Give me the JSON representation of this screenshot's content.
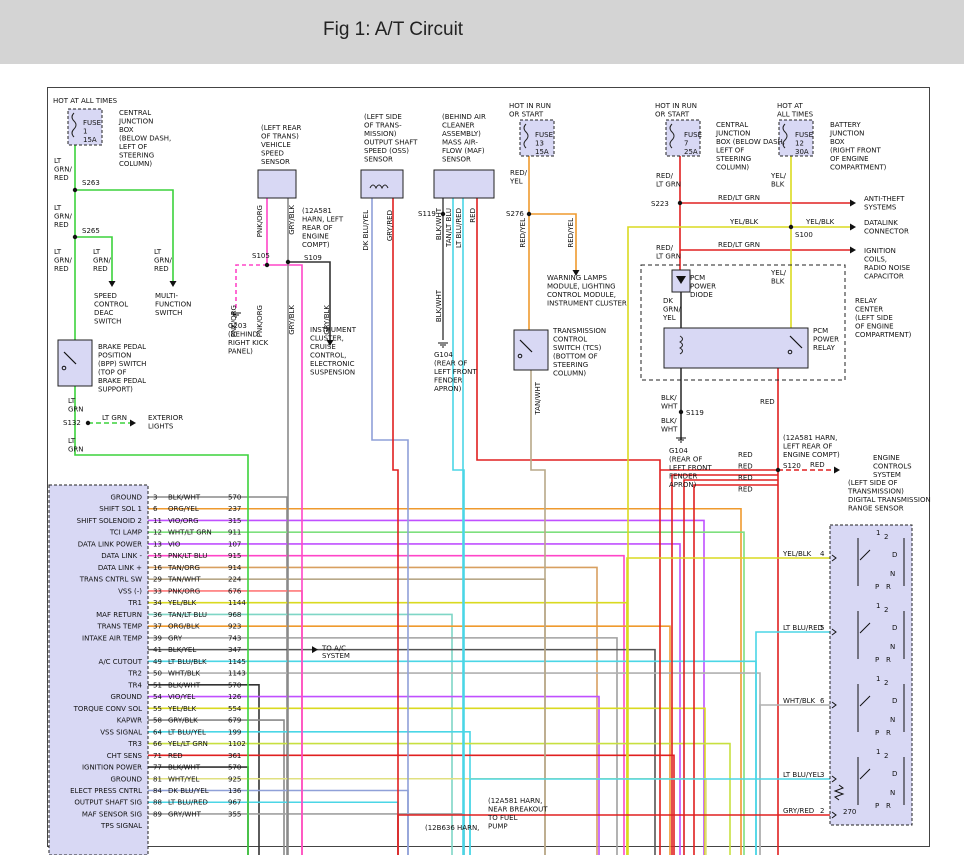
{
  "title": "Fig 1: A/T Circuit",
  "colors": {
    "green": "#3cd23c",
    "orange": "#ef9a2e",
    "violet": "#c050ff",
    "pink": "#ff46c8",
    "lightblue": "#4bd6e6",
    "yellow": "#dada20",
    "red": "#e02020",
    "tan": "#b8a888",
    "gray": "#8a8a8a",
    "black": "#333333"
  },
  "labels": {
    "hot_all_left": "HOT AT ALL TIMES",
    "fuse1": [
      "FUSE",
      "1",
      "15A"
    ],
    "cjb_left": [
      "CENTRAL",
      "JUNCTION",
      "BOX",
      "(BELOW DASH,",
      "LEFT OF",
      "STEERING",
      "COLUMN)"
    ],
    "ltgrnred": [
      "LT",
      "GRN/",
      "RED"
    ],
    "s263": "S263",
    "s265": "S265",
    "speed_deac": [
      "SPEED",
      "CONTROL",
      "DEAC",
      "SWITCH"
    ],
    "multi_func": [
      "MULTI-",
      "FUNCTION",
      "SWITCH"
    ],
    "bpp": [
      "BRAKE PEDAL",
      "POSITION",
      "(BPP) SWITCH",
      "(TOP OF",
      "BRAKE PEDAL",
      "SUPPORT)"
    ],
    "ltgrn": [
      "LT",
      "GRN"
    ],
    "s132": "S132",
    "ltgrn_inline": "LT GRN",
    "exterior": [
      "EXTERIOR",
      "LIGHTS"
    ],
    "vss_sensor": [
      "(LEFT REAR",
      "OF TRANS)",
      "VEHICLE",
      "SPEED",
      "SENSOR"
    ],
    "harn_12a581_left": [
      "(12A581",
      "HARN, LEFT",
      "REAR OF",
      "ENGINE",
      "COMPT)"
    ],
    "pnkorg": "PNK/ORG",
    "grybk": "GRY/BLK",
    "s105": "S105",
    "s109": "S109",
    "g203": [
      "G203",
      "(BEHIND",
      "RIGHT KICK",
      "PANEL)"
    ],
    "instrument": [
      "INSTRUMENT",
      "CLUSTER,",
      "CRUISE",
      "CONTROL,",
      "ELECTRONIC",
      "SUSPENSION"
    ],
    "oss_sensor": [
      "(LEFT SIDE",
      "OF TRANS-",
      "MISSION)",
      "OUTPUT SHAFT",
      "SPEED (OSS)",
      "SENSOR"
    ],
    "dkbluyel": "DK BLU/YEL",
    "gryred": "GRY/RED",
    "maf_sensor": [
      "(BEHIND AIR",
      "CLEANER",
      "ASSEMBLY)",
      "MASS AIR-",
      "FLOW (MAF)",
      "SENSOR"
    ],
    "s119": "S119",
    "blkwht": "BLK/WHT",
    "tanltblu": "TAN/LT BLU",
    "ltblured": "LT BLU/RED",
    "red": "RED",
    "g104_left": [
      "G104",
      "(REAR OF",
      "LEFT FRONT",
      "FENDER",
      "APRON)"
    ],
    "hot_run_start1": [
      "HOT IN RUN",
      "OR START"
    ],
    "fuse13": [
      "FUSE",
      "13",
      "15A"
    ],
    "redyel": [
      "RED/",
      "YEL"
    ],
    "s276": "S276",
    "redyel_v": "RED/YEL",
    "warning": [
      "WARNING LAMPS",
      "MODULE, LIGHTING",
      "CONTROL MODULE,",
      "INSTRUMENT CLUSTER"
    ],
    "tcs": [
      "TRANSMISSION",
      "CONTROL",
      "SWITCH (TCS)",
      "(BOTTOM OF",
      "STEERING",
      "COLUMN)"
    ],
    "tanwht": "TAN/WHT",
    "hot_run_start2": [
      "HOT IN RUN",
      "OR START"
    ],
    "fuse7": [
      "FUSE",
      "7",
      "25A"
    ],
    "cjb_mid": [
      "CENTRAL",
      "JUNCTION",
      "BOX (BELOW DASH,",
      "LEFT OF",
      "STEERING",
      "COLUMN)"
    ],
    "redltgrn": [
      "RED/",
      "LT GRN"
    ],
    "s223": "S223",
    "redltgrn_inline": "RED/LT GRN",
    "antitheft": [
      "ANTI-THEFT",
      "SYSTEMS"
    ],
    "yelblk_inline": "YEL/BLK",
    "datalink": [
      "DATALINK",
      "CONNECTOR"
    ],
    "s100": "S100",
    "ignition": [
      "IGNITION",
      "COILS,",
      "RADIO NOISE",
      "CAPACITOR"
    ],
    "pcm_diode": [
      "PCM",
      "POWER",
      "DIODE"
    ],
    "dkgrnyel": [
      "DK",
      "GRN/",
      "YEL"
    ],
    "yelblk_v": [
      "YEL/",
      "BLK"
    ],
    "relay_center": [
      "RELAY",
      "CENTER",
      "(LEFT SIDE",
      "OF ENGINE",
      "COMPARTMENT)"
    ],
    "pcm_relay": [
      "PCM",
      "POWER",
      "RELAY"
    ],
    "hot_all_right": [
      "HOT AT",
      "ALL TIMES"
    ],
    "fuse12": [
      "FUSE",
      "12",
      "30A"
    ],
    "bjb": [
      "BATTERY",
      "JUNCTION",
      "BOX",
      "(RIGHT FRONT",
      "OF ENGINE",
      "COMPARTMENT)"
    ],
    "blkwht_v2": [
      "BLK/",
      "WHT"
    ],
    "s119b": "S119",
    "g104_right": [
      "G104",
      "(REAR OF",
      "LEFT FRONT",
      "FENDER",
      "APRON)"
    ],
    "red_label": "RED",
    "s120": "S120",
    "harn_12a581_right": [
      "(12A581 HARN,",
      "LEFT REAR OF",
      "ENGINE COMPT)"
    ],
    "engine_ctrl": [
      "ENGINE",
      "CONTROLS",
      "SYSTEM"
    ],
    "red_list": [
      "RED",
      "RED",
      "RED",
      "RED"
    ],
    "dtr_sensor": [
      "(LEFT SIDE OF",
      "TRANSMISSION)",
      "DIGITAL TRANSMISSION",
      "RANGE SENSOR"
    ],
    "to_ac": [
      "TO A/C",
      "SYSTEM"
    ],
    "harn_near_breakout": [
      "(12A581 HARN,",
      "NEAR BREAKOUT",
      "TO FUEL",
      "PUMP"
    ],
    "harn_12b636": "(12B636 HARN,",
    "dtr_pins": [
      {
        "wire": "YEL/BLK",
        "pin": "4"
      },
      {
        "wire": "LT BLU/RED",
        "pin": "5"
      },
      {
        "wire": "WHT/BLK",
        "pin": "6"
      },
      {
        "wire": "LT BLU/YEL",
        "pin": "3"
      },
      {
        "wire": "GRY/RED",
        "pin": "2"
      }
    ],
    "dtr_letters": [
      "1",
      "2",
      "D",
      "N",
      "P",
      "R"
    ],
    "res270": "270"
  },
  "pcm_rows": [
    {
      "name": "GROUND",
      "pin": "3",
      "wire": "BLK/WHT",
      "ckt": "570",
      "color": "#8a8a8a"
    },
    {
      "name": "SHIFT SOL 1",
      "pin": "6",
      "wire": "ORG/YEL",
      "ckt": "237",
      "color": "#ef9a2e"
    },
    {
      "name": "SHIFT SOLENOID 2",
      "pin": "11",
      "wire": "VIO/ORG",
      "ckt": "315",
      "color": "#c050ff"
    },
    {
      "name": "TCI LAMP",
      "pin": "12",
      "wire": "WHT/LT GRN",
      "ckt": "911",
      "color": "#7ee07e"
    },
    {
      "name": "DATA LINK POWER",
      "pin": "13",
      "wire": "VIO",
      "ckt": "107",
      "color": "#c050ff"
    },
    {
      "name": "DATA LINK -",
      "pin": "15",
      "wire": "PNK/LT BLU",
      "ckt": "915",
      "color": "#ff46c8"
    },
    {
      "name": "DATA LINK +",
      "pin": "16",
      "wire": "TAN/ORG",
      "ckt": "914",
      "color": "#d8a060"
    },
    {
      "name": "TRANS CNTRL SW",
      "pin": "29",
      "wire": "TAN/WHT",
      "ckt": "224",
      "color": "#b8a888"
    },
    {
      "name": "VSS (-)",
      "pin": "33",
      "wire": "PNK/ORG",
      "ckt": "676",
      "color": "#ff7a7a"
    },
    {
      "name": "TR1",
      "pin": "34",
      "wire": "YEL/BLK",
      "ckt": "1144",
      "color": "#dada20"
    },
    {
      "name": "MAF RETURN",
      "pin": "36",
      "wire": "TAN/LT BLU",
      "ckt": "968",
      "color": "#7fd6c6"
    },
    {
      "name": "TRANS TEMP",
      "pin": "37",
      "wire": "ORG/BLK",
      "ckt": "923",
      "color": "#ef9a2e"
    },
    {
      "name": "INTAKE AIR TEMP",
      "pin": "39",
      "wire": "GRY",
      "ckt": "743",
      "color": "#a0a0a0"
    },
    {
      "name": "",
      "pin": "41",
      "wire": "BLK/YEL",
      "ckt": "347",
      "color": "#555555"
    },
    {
      "name": "A/C CUTOUT",
      "pin": "49",
      "wire": "LT BLU/BLK",
      "ckt": "1145",
      "color": "#4bd6e6"
    },
    {
      "name": "TR2",
      "pin": "50",
      "wire": "WHT/BLK",
      "ckt": "1143",
      "color": "#b0b0b0"
    },
    {
      "name": "TR4",
      "pin": "51",
      "wire": "BLK/WHT",
      "ckt": "570",
      "color": "#333333"
    },
    {
      "name": "GROUND",
      "pin": "54",
      "wire": "VIO/YEL",
      "ckt": "126",
      "color": "#c050ff"
    },
    {
      "name": "TORQUE CONV SOL",
      "pin": "55",
      "wire": "YEL/BLK",
      "ckt": "554",
      "color": "#dada20"
    },
    {
      "name": "KAPWR",
      "pin": "58",
      "wire": "GRY/BLK",
      "ckt": "679",
      "color": "#8a8a8a"
    },
    {
      "name": "VSS SIGNAL",
      "pin": "64",
      "wire": "LT BLU/YEL",
      "ckt": "199",
      "color": "#4bd6e6"
    },
    {
      "name": "TR3",
      "pin": "66",
      "wire": "YEL/LT GRN",
      "ckt": "1102",
      "color": "#c8e040"
    },
    {
      "name": "CHT SENS",
      "pin": "71",
      "wire": "RED",
      "ckt": "361",
      "color": "#e02020"
    },
    {
      "name": "IGNITION POWER",
      "pin": "77",
      "wire": "BLK/WHT",
      "ckt": "570",
      "color": "#333333"
    },
    {
      "name": "GROUND",
      "pin": "81",
      "wire": "WHT/YEL",
      "ckt": "925",
      "color": "#e0e080"
    },
    {
      "name": "ELECT PRESS CNTRL",
      "pin": "84",
      "wire": "DK BLU/YEL",
      "ckt": "136",
      "color": "#8fa0d8"
    },
    {
      "name": "OUTPUT SHAFT SIG",
      "pin": "88",
      "wire": "LT BLU/RED",
      "ckt": "967",
      "color": "#4bd6e6"
    },
    {
      "name": "MAF SENSOR SIG",
      "pin": "89",
      "wire": "GRY/WHT",
      "ckt": "355",
      "color": "#a0a0a0"
    },
    {
      "name": "TPS SIGNAL",
      "pin": "",
      "wire": "",
      "ckt": "",
      "color": "#a0a0a0"
    }
  ]
}
